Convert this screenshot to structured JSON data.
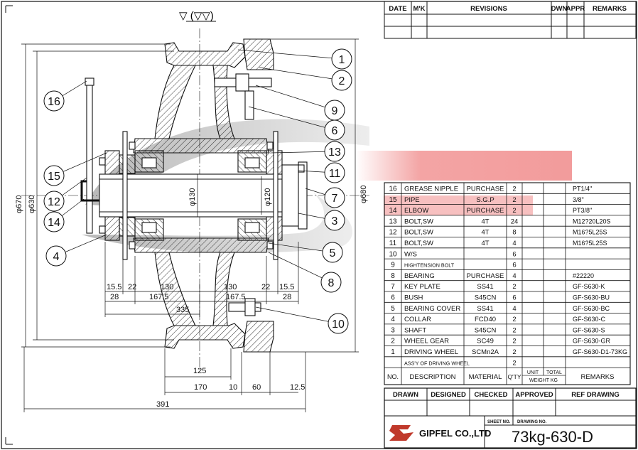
{
  "revisions": {
    "headers": [
      "DATE",
      "M'K",
      "REVISIONS",
      "DWN",
      "APPR",
      "REMARKS"
    ]
  },
  "surface_mark": "▽ (▽▽)",
  "balloons": [
    "1",
    "2",
    "9",
    "6",
    "13",
    "11",
    "7",
    "3",
    "5",
    "8",
    "10",
    "16",
    "15",
    "12",
    "14",
    "4"
  ],
  "dimensions": {
    "vertical": [
      "φ670",
      "φ630",
      "φ680",
      "φ130",
      "φ120"
    ],
    "left_row1": [
      "15.5",
      "22",
      "130"
    ],
    "left_row2": [
      "28",
      "167.5"
    ],
    "left_row3": [
      "335"
    ],
    "right_row1": [
      "130",
      "22",
      "15.5"
    ],
    "right_row2": [
      "167.5",
      "28"
    ],
    "bottom_row1": [
      "125"
    ],
    "bottom_row2": [
      "170",
      "10",
      "60",
      "12.5"
    ],
    "bottom_row3": [
      "391"
    ]
  },
  "parts": {
    "rows": [
      {
        "no": "16",
        "desc": "GREASE NIPPLE",
        "material": "PURCHASE",
        "qty": "2",
        "unit": "",
        "total": "",
        "remarks": "PT1/4\""
      },
      {
        "no": "15",
        "desc": "PIPE",
        "material": "S.G.P",
        "qty": "2",
        "unit": "",
        "total": "",
        "remarks": "3/8\""
      },
      {
        "no": "14",
        "desc": "ELBOW",
        "material": "PURCHASE",
        "qty": "2",
        "unit": "",
        "total": "",
        "remarks": "PT3/8\""
      },
      {
        "no": "13",
        "desc": "BOLT,SW",
        "material": "4T",
        "qty": "24",
        "unit": "",
        "total": "",
        "remarks": "M12?20L20S"
      },
      {
        "no": "12",
        "desc": "BOLT,SW",
        "material": "4T",
        "qty": "8",
        "unit": "",
        "total": "",
        "remarks": "M16?5L25S"
      },
      {
        "no": "11",
        "desc": "BOLT,SW",
        "material": "4T",
        "qty": "4",
        "unit": "",
        "total": "",
        "remarks": "M16?5L25S"
      },
      {
        "no": "10",
        "desc": "W/S",
        "material": "",
        "qty": "6",
        "unit": "",
        "total": "",
        "remarks": ""
      },
      {
        "no": "9",
        "desc": "HIGHTENSION BOLT",
        "material": "",
        "qty": "6",
        "unit": "",
        "total": "",
        "remarks": ""
      },
      {
        "no": "8",
        "desc": "BEARING",
        "material": "PURCHASE",
        "qty": "4",
        "unit": "",
        "total": "",
        "remarks": "#22220"
      },
      {
        "no": "7",
        "desc": "KEY PLATE",
        "material": "SS41",
        "qty": "2",
        "unit": "",
        "total": "",
        "remarks": "GF-S630-K"
      },
      {
        "no": "6",
        "desc": "BUSH",
        "material": "S45CN",
        "qty": "6",
        "unit": "",
        "total": "",
        "remarks": "GF-S630-BU"
      },
      {
        "no": "5",
        "desc": "BEARING COVER",
        "material": "SS41",
        "qty": "4",
        "unit": "",
        "total": "",
        "remarks": "GF-S630-BC"
      },
      {
        "no": "4",
        "desc": "COLLAR",
        "material": "FCD40",
        "qty": "2",
        "unit": "",
        "total": "",
        "remarks": "GF-S630-C"
      },
      {
        "no": "3",
        "desc": "SHAFT",
        "material": "S45CN",
        "qty": "2",
        "unit": "",
        "total": "",
        "remarks": "GF-S630-S"
      },
      {
        "no": "2",
        "desc": "WHEEL GEAR",
        "material": "SC49",
        "qty": "2",
        "unit": "",
        "total": "",
        "remarks": "GF-S630-GR"
      },
      {
        "no": "1",
        "desc": "DRIVING WHEEL",
        "material": "SCMn2A",
        "qty": "2",
        "unit": "",
        "total": "",
        "remarks": "GF-S630-D1-73KG"
      },
      {
        "no": "",
        "desc": "ASS'Y OF DRIVING WHEEL",
        "material": "",
        "qty": "2",
        "unit": "",
        "total": "",
        "remarks": ""
      }
    ],
    "header": {
      "no": "NO.",
      "desc": "DESCRIPTION",
      "material": "MATERIAL",
      "qty": "Q'TY",
      "unit": "UNIT",
      "total": "TOTAL",
      "weight": "WEIGHT KG",
      "remarks": "REMARKS"
    }
  },
  "title_block": {
    "drawn": "DRAWN",
    "designed": "DESIGNED",
    "checked": "CHECKED",
    "approved": "APPROVED",
    "ref": "REF DRAWING",
    "sheet_no": "SHEET NO.",
    "drawing_no": "DRAWING NO.",
    "company": "GIPFEL CO.,LTD",
    "drawing_number": "73kg-630-D"
  },
  "colors": {
    "ink": "#111111",
    "watermark_red": "#e84a4a",
    "watermark_gray": "#9a9a9a",
    "hatch": "#333333"
  }
}
